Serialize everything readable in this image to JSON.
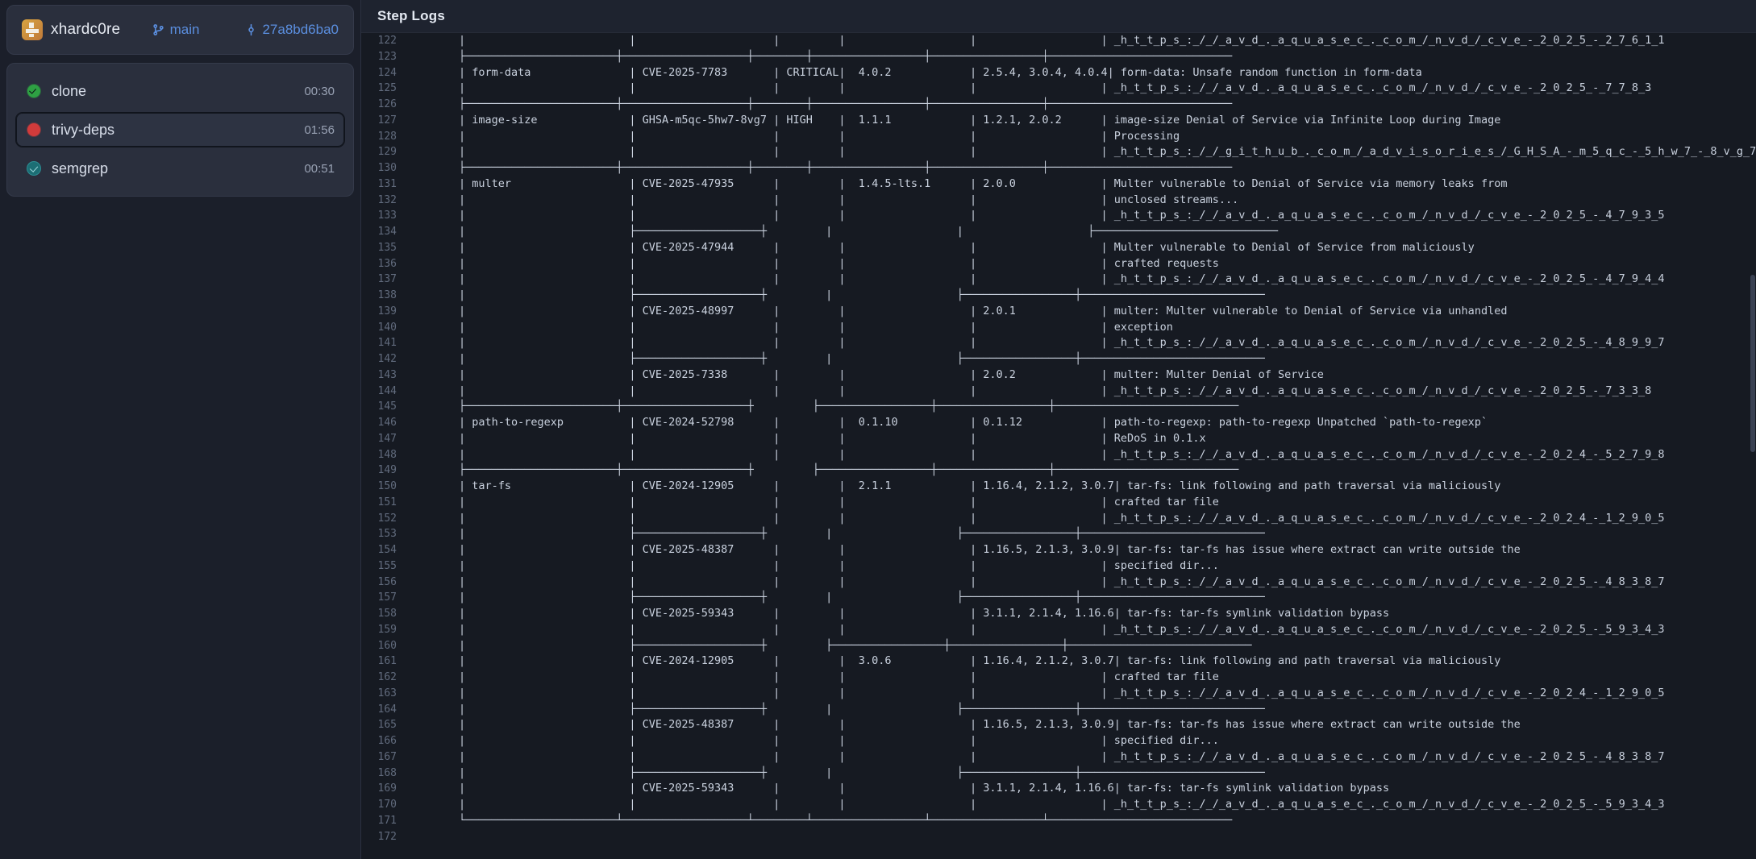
{
  "sidebar": {
    "repo": {
      "avatar_icon": "repo-avatar-icon",
      "name": "xhardc0re",
      "branch_icon": "git-branch-icon",
      "branch": "main",
      "commit_icon": "git-commit-icon",
      "commit": "27a8bd6ba0"
    },
    "steps": [
      {
        "status": "success",
        "status_icon": "check-circle-icon",
        "name": "clone",
        "duration": "00:30",
        "selected": false
      },
      {
        "status": "failed",
        "status_icon": "error-circle-icon",
        "name": "trivy-deps",
        "duration": "01:56",
        "selected": true
      },
      {
        "status": "info",
        "status_icon": "check-circle-icon",
        "name": "semgrep",
        "duration": "00:51",
        "selected": false
      }
    ]
  },
  "logs": {
    "title": "Step Logs",
    "first_line_number": 122,
    "lines": [
      "        |                         |                     |         |                   |                   | ̲h̲t̲t̲p̲s̲:̲/̲/̲a̲v̲d̲.̲a̲q̲u̲a̲s̲e̲c̲.̲c̲o̲m̲/̲n̲v̲d̲/̲c̲v̲e̲-̲2̲0̲2̲5̲-̲2̲7̲6̲1̲1",
      "        ├───────────────────────┼───────────────────┼────────┼─────────────────┼─────────────────┼────────────────────────────",
      "        | form-data               | CVE-2025-7783       | CRITICAL|  4.0.2            | 2.5.4, 3.0.4, 4.0.4| form-data: Unsafe random function in form-data",
      "        |                         |                     |         |                   |                   | ̲h̲t̲t̲p̲s̲:̲/̲/̲a̲v̲d̲.̲a̲q̲u̲a̲s̲e̲c̲.̲c̲o̲m̲/̲n̲v̲d̲/̲c̲v̲e̲-̲2̲0̲2̲5̲-̲7̲7̲8̲3",
      "        ├───────────────────────┼───────────────────┼────────┼─────────────────┼─────────────────┼────────────────────────────",
      "        | image-size              | GHSA-m5qc-5hw7-8vg7 | HIGH    |  1.1.1            | 1.2.1, 2.0.2      | image-size Denial of Service via Infinite Loop during Image",
      "        |                         |                     |         |                   |                   | Processing",
      "        |                         |                     |         |                   |                   | ̲h̲t̲t̲p̲s̲:̲/̲/̲g̲i̲t̲h̲u̲b̲.̲c̲o̲m̲/̲a̲d̲v̲i̲s̲o̲r̲i̲e̲s̲/̲G̲H̲S̲A̲-̲m̲5̲q̲c̲-̲5̲h̲w̲7̲-̲8̲v̲g̲7",
      "        ├───────────────────────┼───────────────────┼────────┼─────────────────┼─────────────────┼────────────────────────────",
      "        | multer                  | CVE-2025-47935      |         |  1.4.5-lts.1      | 2.0.0             | Multer vulnerable to Denial of Service via memory leaks from",
      "        |                         |                     |         |                   |                   | unclosed streams...",
      "        |                         |                     |         |                   |                   | ̲h̲t̲t̲p̲s̲:̲/̲/̲a̲v̲d̲.̲a̲q̲u̲a̲s̲e̲c̲.̲c̲o̲m̲/̲n̲v̲d̲/̲c̲v̲e̲-̲2̲0̲2̲5̲-̲4̲7̲9̲3̲5",
      "        |                         ├───────────────────┼         |                   |                   ├────────────────────────────",
      "        |                         | CVE-2025-47944      |         |                   |                   | Multer vulnerable to Denial of Service from maliciously",
      "        |                         |                     |         |                   |                   | crafted requests",
      "        |                         |                     |         |                   |                   | ̲h̲t̲t̲p̲s̲:̲/̲/̲a̲v̲d̲.̲a̲q̲u̲a̲s̲e̲c̲.̲c̲o̲m̲/̲n̲v̲d̲/̲c̲v̲e̲-̲2̲0̲2̲5̲-̲4̲7̲9̲4̲4",
      "        |                         ├───────────────────┼         |                   ├─────────────────┼────────────────────────────",
      "        |                         | CVE-2025-48997      |         |                   | 2.0.1             | multer: Multer vulnerable to Denial of Service via unhandled",
      "        |                         |                     |         |                   |                   | exception",
      "        |                         |                     |         |                   |                   | ̲h̲t̲t̲p̲s̲:̲/̲/̲a̲v̲d̲.̲a̲q̲u̲a̲s̲e̲c̲.̲c̲o̲m̲/̲n̲v̲d̲/̲c̲v̲e̲-̲2̲0̲2̲5̲-̲4̲8̲9̲9̲7",
      "        |                         ├───────────────────┼         |                   ├─────────────────┼────────────────────────────",
      "        |                         | CVE-2025-7338       |         |                   | 2.0.2             | multer: Multer Denial of Service",
      "        |                         |                     |         |                   |                   | ̲h̲t̲t̲p̲s̲:̲/̲/̲a̲v̲d̲.̲a̲q̲u̲a̲s̲e̲c̲.̲c̲o̲m̲/̲n̲v̲d̲/̲c̲v̲e̲-̲2̲0̲2̲5̲-̲7̲3̲3̲8",
      "        ├───────────────────────┼───────────────────┼         ├─────────────────┼─────────────────┼────────────────────────────",
      "        | path-to-regexp          | CVE-2024-52798      |         |  0.1.10           | 0.1.12            | path-to-regexp: path-to-regexp Unpatched `path-to-regexp`",
      "        |                         |                     |         |                   |                   | ReDoS in 0.1.x",
      "        |                         |                     |         |                   |                   | ̲h̲t̲t̲p̲s̲:̲/̲/̲a̲v̲d̲.̲a̲q̲u̲a̲s̲e̲c̲.̲c̲o̲m̲/̲n̲v̲d̲/̲c̲v̲e̲-̲2̲0̲2̲4̲-̲5̲2̲7̲9̲8",
      "        ├───────────────────────┼───────────────────┼         ├─────────────────┼─────────────────┼────────────────────────────",
      "        | tar-fs                  | CVE-2024-12905      |         |  2.1.1            | 1.16.4, 2.1.2, 3.0.7| tar-fs: link following and path traversal via maliciously",
      "        |                         |                     |         |                   |                   | crafted tar file",
      "        |                         |                     |         |                   |                   | ̲h̲t̲t̲p̲s̲:̲/̲/̲a̲v̲d̲.̲a̲q̲u̲a̲s̲e̲c̲.̲c̲o̲m̲/̲n̲v̲d̲/̲c̲v̲e̲-̲2̲0̲2̲4̲-̲1̲2̲9̲0̲5",
      "        |                         ├───────────────────┼         |                   ├─────────────────┼────────────────────────────",
      "        |                         | CVE-2025-48387      |         |                   | 1.16.5, 2.1.3, 3.0.9| tar-fs: tar-fs has issue where extract can write outside the",
      "        |                         |                     |         |                   |                   | specified dir...",
      "        |                         |                     |         |                   |                   | ̲h̲t̲t̲p̲s̲:̲/̲/̲a̲v̲d̲.̲a̲q̲u̲a̲s̲e̲c̲.̲c̲o̲m̲/̲n̲v̲d̲/̲c̲v̲e̲-̲2̲0̲2̲5̲-̲4̲8̲3̲8̲7",
      "        |                         ├───────────────────┼         |                   ├─────────────────┼────────────────────────────",
      "        |                         | CVE-2025-59343      |         |                   | 3.1.1, 2.1.4, 1.16.6| tar-fs: tar-fs symlink validation bypass",
      "        |                         |                     |         |                   |                   | ̲h̲t̲t̲p̲s̲:̲/̲/̲a̲v̲d̲.̲a̲q̲u̲a̲s̲e̲c̲.̲c̲o̲m̲/̲n̲v̲d̲/̲c̲v̲e̲-̲2̲0̲2̲5̲-̲5̲9̲3̲4̲3",
      "        |                         ├───────────────────┼         ├─────────────────┼─────────────────┼────────────────────────────",
      "        |                         | CVE-2024-12905      |         |  3.0.6            | 1.16.4, 2.1.2, 3.0.7| tar-fs: link following and path traversal via maliciously",
      "        |                         |                     |         |                   |                   | crafted tar file",
      "        |                         |                     |         |                   |                   | ̲h̲t̲t̲p̲s̲:̲/̲/̲a̲v̲d̲.̲a̲q̲u̲a̲s̲e̲c̲.̲c̲o̲m̲/̲n̲v̲d̲/̲c̲v̲e̲-̲2̲0̲2̲4̲-̲1̲2̲9̲0̲5",
      "        |                         ├───────────────────┼         |                   ├─────────────────┼────────────────────────────",
      "        |                         | CVE-2025-48387      |         |                   | 1.16.5, 2.1.3, 3.0.9| tar-fs: tar-fs has issue where extract can write outside the",
      "        |                         |                     |         |                   |                   | specified dir...",
      "        |                         |                     |         |                   |                   | ̲h̲t̲t̲p̲s̲:̲/̲/̲a̲v̲d̲.̲a̲q̲u̲a̲s̲e̲c̲.̲c̲o̲m̲/̲n̲v̲d̲/̲c̲v̲e̲-̲2̲0̲2̲5̲-̲4̲8̲3̲8̲7",
      "        |                         ├───────────────────┼         |                   ├─────────────────┼────────────────────────────",
      "        |                         | CVE-2025-59343      |         |                   | 3.1.1, 2.1.4, 1.16.6| tar-fs: tar-fs symlink validation bypass",
      "        |                         |                     |         |                   |                   | ̲h̲t̲t̲p̲s̲:̲/̲/̲a̲v̲d̲.̲a̲q̲u̲a̲s̲e̲c̲.̲c̲o̲m̲/̲n̲v̲d̲/̲c̲v̲e̲-̲2̲0̲2̲5̲-̲5̲9̲3̲4̲3",
      "        └───────────────────────┴───────────────────┴────────┴─────────────────┴─────────────────┴────────────────────────────",
      ""
    ]
  },
  "colors": {
    "background": "#1b1f2a",
    "panel": "#2a2f3d",
    "log_background": "#161a22",
    "accent_link": "#5b8fe0",
    "status_success": "#2ea043",
    "status_failed": "#d13b3b",
    "status_info": "#1c6e74",
    "text_primary": "#e7ebf3",
    "text_muted": "#9aa3b5",
    "line_number": "#616b7d"
  }
}
